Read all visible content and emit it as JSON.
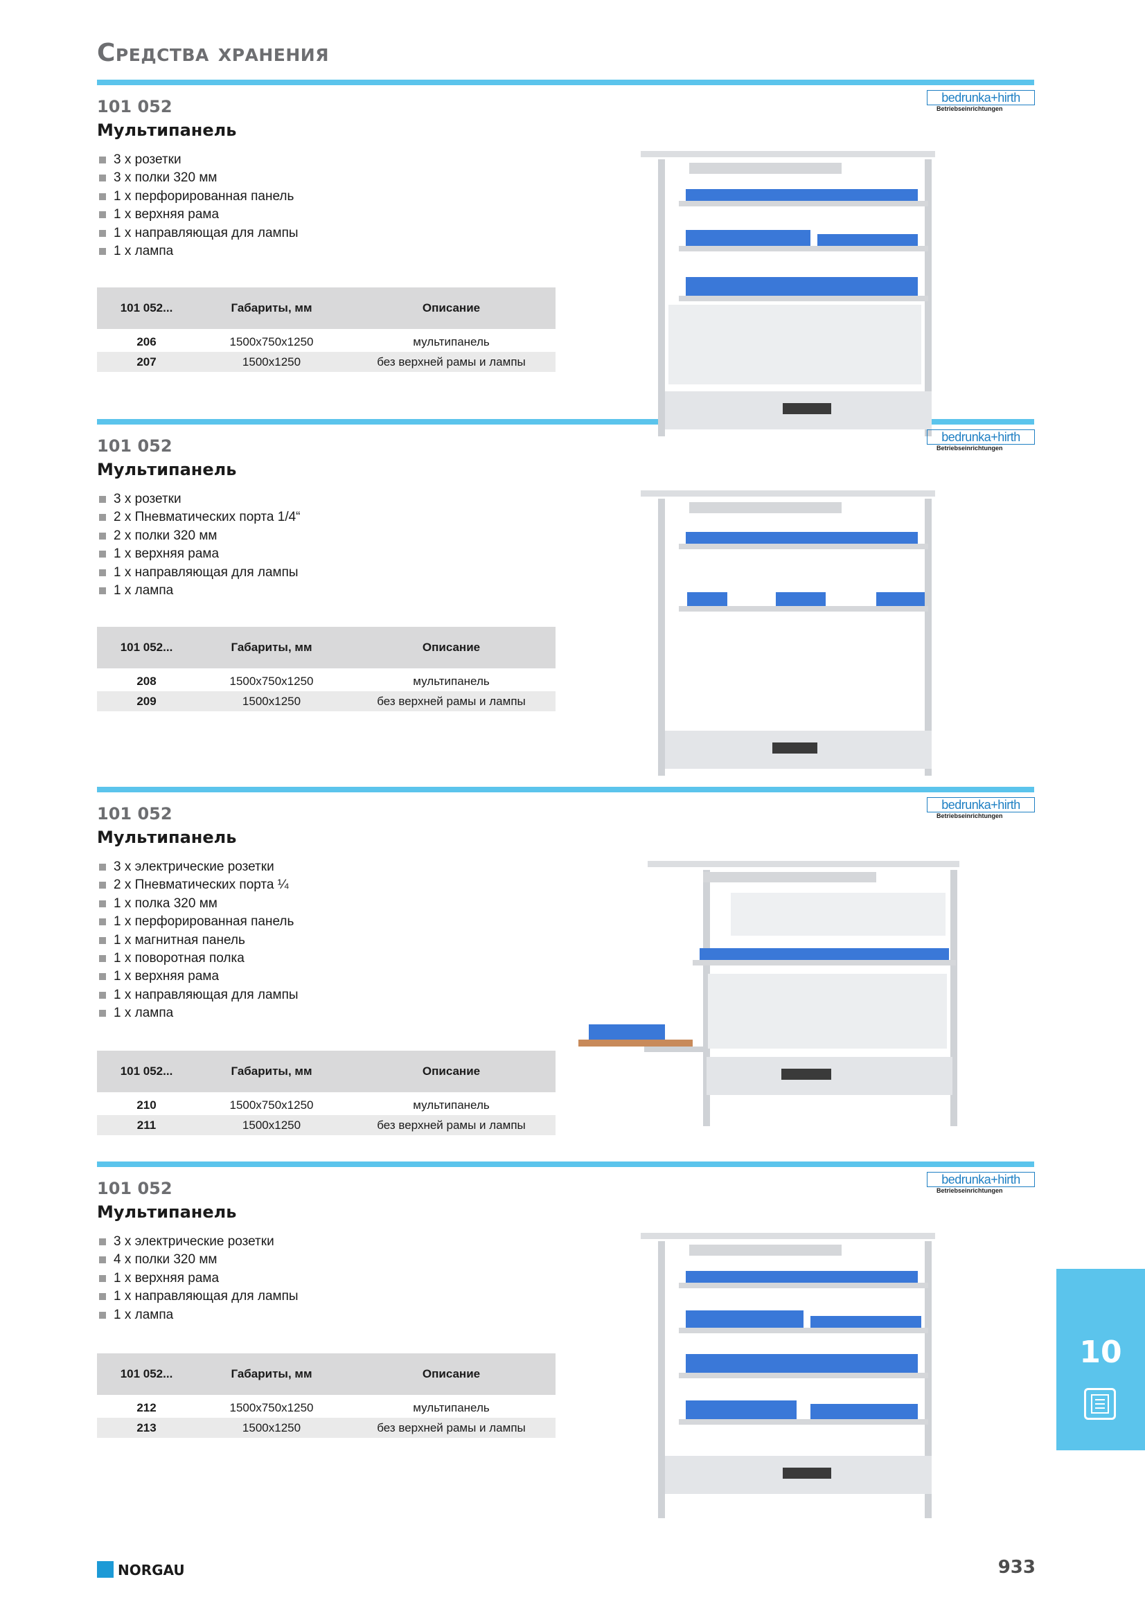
{
  "header": {
    "title": "Средства хранения"
  },
  "brand": {
    "logo_text": "bedrunka+hirth",
    "logo_sub": "Betriebseinrichtungen"
  },
  "table_headers": {
    "col1": "101 052...",
    "col2": "Габариты, мм",
    "col3": "Описание"
  },
  "sections": [
    {
      "code": "101 052",
      "name": "Мультипанель",
      "features": [
        "3 x розетки",
        "3 x полки 320 мм",
        "1 x перфорированная панель",
        "1 x верхняя рама",
        "1 x направляющая для лампы",
        "1 x лампа"
      ],
      "rows": [
        {
          "id": "206",
          "size": "1500x750x1250",
          "desc": "мультипанель"
        },
        {
          "id": "207",
          "size": "1500x1250",
          "desc": "без верхней рамы и лампы"
        }
      ]
    },
    {
      "code": "101 052",
      "name": "Мультипанель",
      "features": [
        "3 x розетки",
        "2 x Пневматических порта 1/4“",
        "2 x полки 320 мм",
        "1 x верхняя рама",
        "1 x направляющая для лампы",
        "1 x лампа"
      ],
      "rows": [
        {
          "id": "208",
          "size": "1500x750x1250",
          "desc": "мультипанель"
        },
        {
          "id": "209",
          "size": "1500x1250",
          "desc": "без верхней рамы и лампы"
        }
      ]
    },
    {
      "code": "101 052",
      "name": "Мультипанель",
      "features": [
        "3 x электрические розетки",
        "2 x Пневматических порта ¼",
        "1 x полка 320 мм",
        "1 x перфорированная панель",
        "1 x магнитная панель",
        "1 x поворотная полка",
        "1 x верхняя рама",
        "1 x направляющая для лампы",
        "1 x лампа"
      ],
      "rows": [
        {
          "id": "210",
          "size": "1500x750x1250",
          "desc": "мультипанель"
        },
        {
          "id": "211",
          "size": "1500x1250",
          "desc": "без верхней рамы и лампы"
        }
      ]
    },
    {
      "code": "101 052",
      "name": "Мультипанель",
      "features": [
        "3 x электрические розетки",
        "4 x полки 320 мм",
        "1 x верхняя рама",
        "1 x направляющая для лампы",
        "1 x лампа"
      ],
      "rows": [
        {
          "id": "212",
          "size": "1500x750x1250",
          "desc": "мультипанель"
        },
        {
          "id": "213",
          "size": "1500x1250",
          "desc": "без верхней рамы и лампы"
        }
      ]
    }
  ],
  "side_tab": {
    "number": "10",
    "icon": "cabinet-icon"
  },
  "footer": {
    "brand": "NORGAU",
    "page_number": "933"
  },
  "colors": {
    "accent": "#5bc4ec",
    "bin_blue": "#3a78d8",
    "frame_grey": "#cfd2d6"
  }
}
